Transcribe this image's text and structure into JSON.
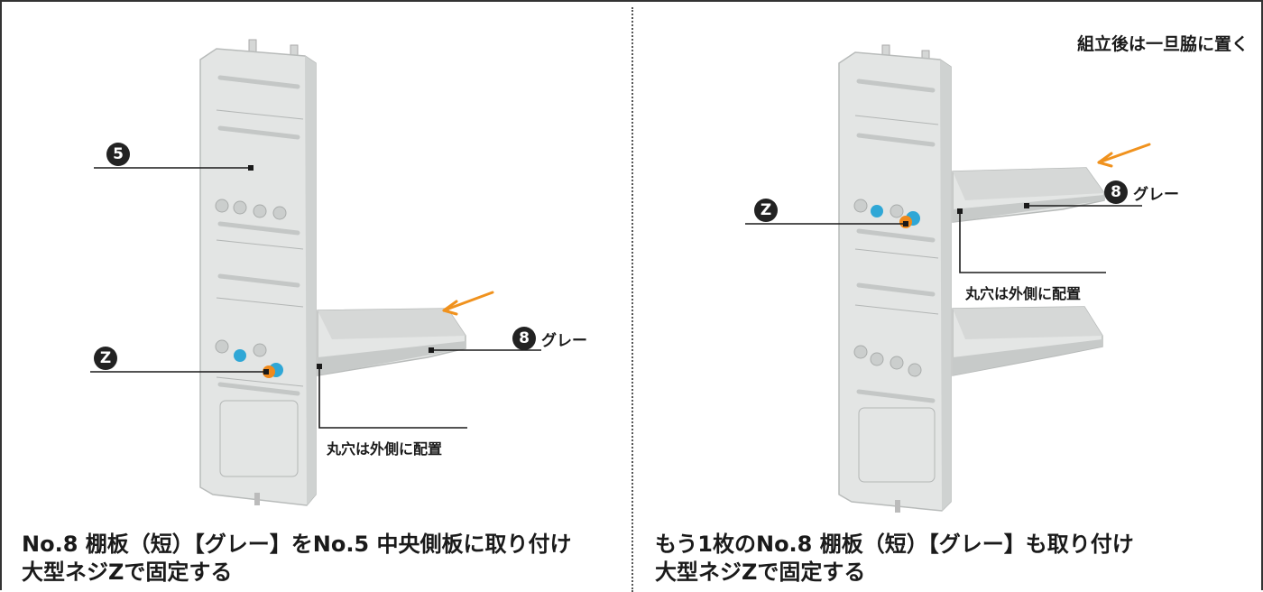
{
  "left": {
    "callouts": {
      "part5_number": "5",
      "partZ_letter": "Z",
      "part8_number": "8",
      "part8_color": "グレー",
      "hole_note": "丸穴は外側に配置"
    },
    "caption": {
      "line1": "No.8 棚板（短）【グレー】をNo.5 中央側板に取り付け",
      "line2": "大型ネジZで固定する"
    }
  },
  "right": {
    "top_note": "組立後は一旦脇に置く",
    "callouts": {
      "partZ_letter": "Z",
      "part8_number": "8",
      "part8_color": "グレー",
      "hole_note": "丸穴は外側に配置"
    },
    "caption": {
      "line1": "もう1枚のNo.8 棚板（短）【グレー】も取り付け",
      "line2": "大型ネジZで固定する"
    }
  },
  "colors": {
    "panel": "#e2e4e3",
    "panel_shadow": "#c9cccb",
    "screw_blue": "#2fa7d6",
    "screw_orange": "#f08a1c",
    "arrow_orange": "#f0921e",
    "leader": "#1a1a1a"
  }
}
